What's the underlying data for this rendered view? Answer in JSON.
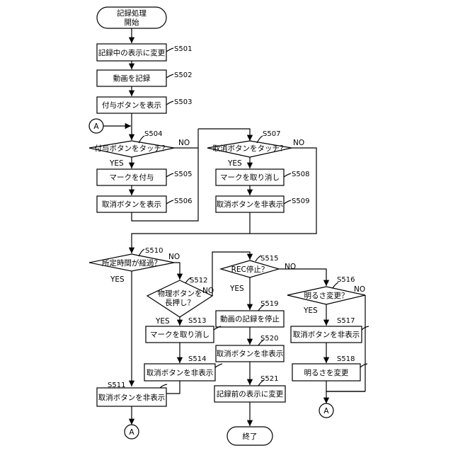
{
  "terminals": {
    "start_line1": "記録処理",
    "start_line2": "開始",
    "end": "終了"
  },
  "connector": {
    "label": "A"
  },
  "steps": {
    "s501": {
      "id": "S501",
      "text": "記録中の表示に変更"
    },
    "s502": {
      "id": "S502",
      "text": "動画を記録"
    },
    "s503": {
      "id": "S503",
      "text": "付与ボタンを表示"
    },
    "s504": {
      "id": "S504",
      "text": "付与ボタンをタッチ？"
    },
    "s505": {
      "id": "S505",
      "text": "マークを付与"
    },
    "s506": {
      "id": "S506",
      "text": "取消ボタンを表示"
    },
    "s507": {
      "id": "S507",
      "text": "取消ボタンをタッチ？"
    },
    "s508": {
      "id": "S508",
      "text": "マークを取り消し"
    },
    "s509": {
      "id": "S509",
      "text": "取消ボタンを非表示"
    },
    "s510": {
      "id": "S510",
      "text": "所定時間が経過？"
    },
    "s511": {
      "id": "S511",
      "text": "取消ボタンを非表示"
    },
    "s512": {
      "id": "S512",
      "text_line1": "物理ボタンを",
      "text_line2": "長押し？"
    },
    "s513": {
      "id": "S513",
      "text": "マークを取り消し"
    },
    "s514": {
      "id": "S514",
      "text": "取消ボタンを非表示"
    },
    "s515": {
      "id": "S515",
      "text": "REC停止？"
    },
    "s516": {
      "id": "S516",
      "text": "明るさ変更？"
    },
    "s517": {
      "id": "S517",
      "text": "取消ボタンを非表示"
    },
    "s518": {
      "id": "S518",
      "text": "明るさを変更"
    },
    "s519": {
      "id": "S519",
      "text": "動画の記録を停止"
    },
    "s520": {
      "id": "S520",
      "text": "取消ボタンを非表示"
    },
    "s521": {
      "id": "S521",
      "text": "記録前の表示に変更"
    }
  },
  "branches": {
    "yes": "YES",
    "no": "NO"
  }
}
